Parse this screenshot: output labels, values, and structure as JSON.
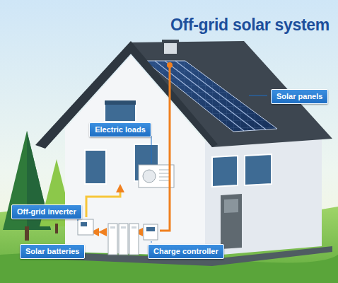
{
  "diagram": {
    "title": "Off-grid solar system",
    "nodes": [
      {
        "text": [
          "Solar panels"
        ]
      },
      {
        "text": [
          "Electric loads"
        ]
      },
      {
        "text": [
          "Off-grid inverter"
        ]
      },
      {
        "text": [
          "Solar batteries"
        ]
      },
      {
        "text": [
          "Charge controller"
        ]
      }
    ]
  }
}
